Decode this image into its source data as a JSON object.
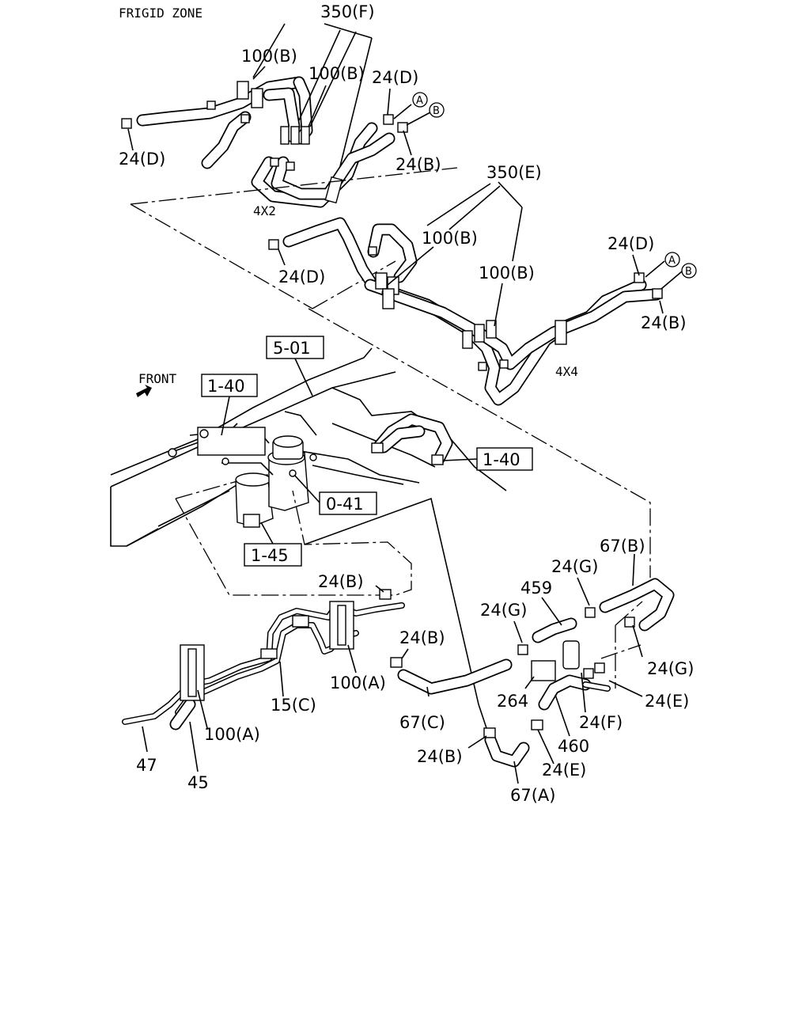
{
  "zone_title": "FRIGID ZONE",
  "front_label": "FRONT",
  "variants": {
    "v4x2": "4X2",
    "v4x4": "4X4"
  },
  "ref_boxes": {
    "r501": "5-01",
    "r140a": "1-40",
    "r140b": "1-40",
    "r041": "0-41",
    "r145": "1-45"
  },
  "connectors": {
    "a": "A",
    "b": "B"
  },
  "callouts": {
    "c350f": "350(F)",
    "c100b_1": "100(B)",
    "c100b_2": "100(B)",
    "c24d_1": "24(D)",
    "c24d_2": "24(D)",
    "c24b_1": "24(B)",
    "c350e": "350(E)",
    "c100b_3": "100(B)",
    "c100b_4": "100(B)",
    "c24d_3": "24(D)",
    "c24d_4": "24(D)",
    "c24b_2": "24(B)",
    "c67b": "67(B)",
    "c24g_1": "24(G)",
    "c459": "459",
    "c24g_2": "24(G)",
    "c24b_3": "24(B)",
    "c24b_4": "24(B)",
    "c24g_3": "24(G)",
    "c264": "264",
    "c24e_1": "24(E)",
    "c24f": "24(F)",
    "c67c": "67(C)",
    "c460": "460",
    "c24b_5": "24(B)",
    "c24e_2": "24(E)",
    "c67a": "67(A)",
    "c100a_1": "100(A)",
    "c15c": "15(C)",
    "c100a_2": "100(A)",
    "c47": "47",
    "c45": "45"
  }
}
